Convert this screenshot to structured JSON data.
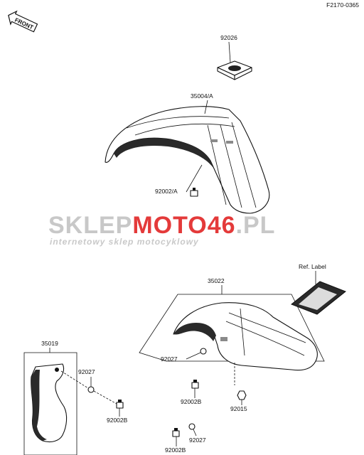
{
  "diagram": {
    "code": "F2170-0365",
    "front_label": "FRONT",
    "ref_label_title": "Ref. Label",
    "parts": {
      "cap": "92026",
      "front_fender": "35004/A",
      "front_bolt": "92002/A",
      "rear_fender": "35022",
      "rear_washer": "92027",
      "rear_bolt": "92002B",
      "rear_nut": "92015",
      "lower_washer": "92027",
      "lower_bolt": "92002B",
      "side_cover": "35019",
      "side_washer": "92027",
      "side_bolt": "92002B"
    }
  },
  "watermark": {
    "brand_part1": "SKLEP",
    "brand_part2": "MOTO",
    "brand_part3": "46",
    "brand_part4": ".PL",
    "tagline": "internetowy sklep motocyklowy",
    "colors": {
      "gray": "#c8c8c8",
      "red": "#e43a3a"
    }
  }
}
